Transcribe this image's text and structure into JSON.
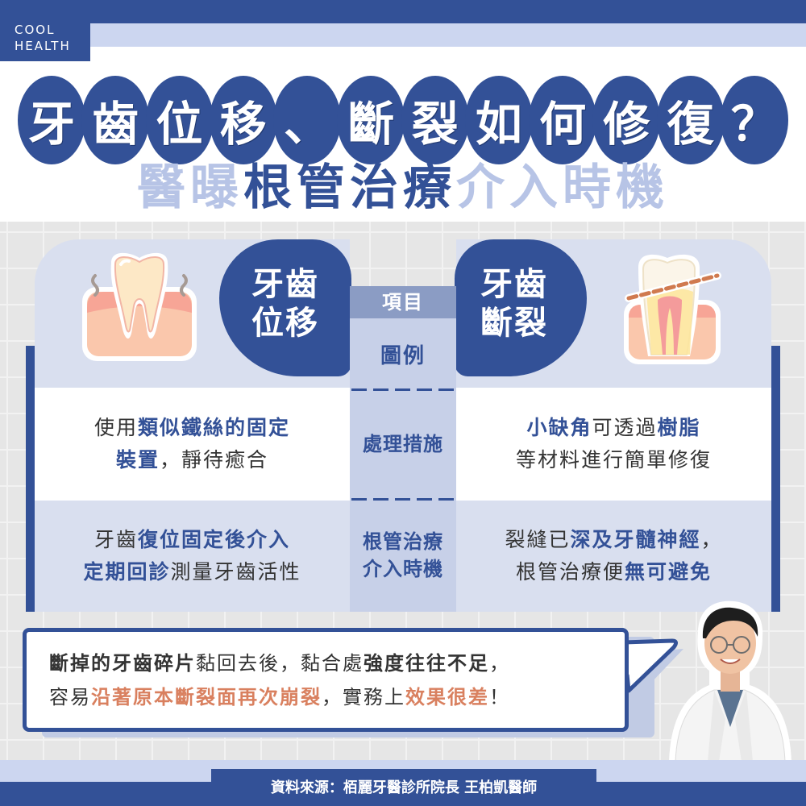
{
  "brand": {
    "line1": "COOL",
    "line2": "HEALTH"
  },
  "title": {
    "chars": [
      "牙",
      "齒",
      "位",
      "移",
      "、",
      "斷",
      "裂",
      "如",
      "何",
      "修",
      "復",
      "？"
    ]
  },
  "subtitle": {
    "part1": "醫曝",
    "part2": "根管治療",
    "part3": "介入時機"
  },
  "colors": {
    "primary": "#335197",
    "light_band": "#ccd6f0",
    "card_bg": "#d9dfef",
    "center_col": "#c7d0e8",
    "center_head": "#8b9cc4",
    "accent_orange": "#d9805f",
    "grid_bg": "#e6e6e6"
  },
  "table": {
    "left_header": {
      "line1": "牙齒",
      "line2": "位移",
      "icon": "loose-tooth-icon"
    },
    "right_header": {
      "line1": "牙齒",
      "line2": "斷裂",
      "icon": "cracked-tooth-icon"
    },
    "center_header": "項目",
    "legend_label": "圖例",
    "rows": [
      {
        "label": "處理措施",
        "left": {
          "l1_a": "使用",
          "l1_b": "類似鐵絲的固定",
          "l2_a": "裝置",
          "l2_b": "，靜待癒合"
        },
        "right": {
          "l1_a": "小缺角",
          "l1_b": "可透過",
          "l1_c": "樹脂",
          "l2": "等材料進行簡單修復"
        }
      },
      {
        "label_l1": "根管治療",
        "label_l2": "介入時機",
        "left": {
          "l1_a": "牙齒",
          "l1_b": "復位固定後介入",
          "l2_a": "定期回診",
          "l2_b": "測量牙齒活性"
        },
        "right": {
          "l1_a": "裂縫已",
          "l1_b": "深及牙髓神經",
          "l1_c": "，",
          "l2_a": "根管治療便",
          "l2_b": "無可避免"
        }
      }
    ]
  },
  "quote": {
    "l1_a": "斷掉的牙齒碎片",
    "l1_b": "黏回去後，黏合處",
    "l1_c": "強度往往不足",
    "l1_d": "，",
    "l2_a": "容易",
    "l2_b": "沿著原本斷裂面再次崩裂",
    "l2_c": "，實務上",
    "l2_d": "效果很差",
    "l2_e": "！"
  },
  "footer": {
    "source": "資料來源：栢麗牙醫診所院長 王柏凱醫師"
  }
}
